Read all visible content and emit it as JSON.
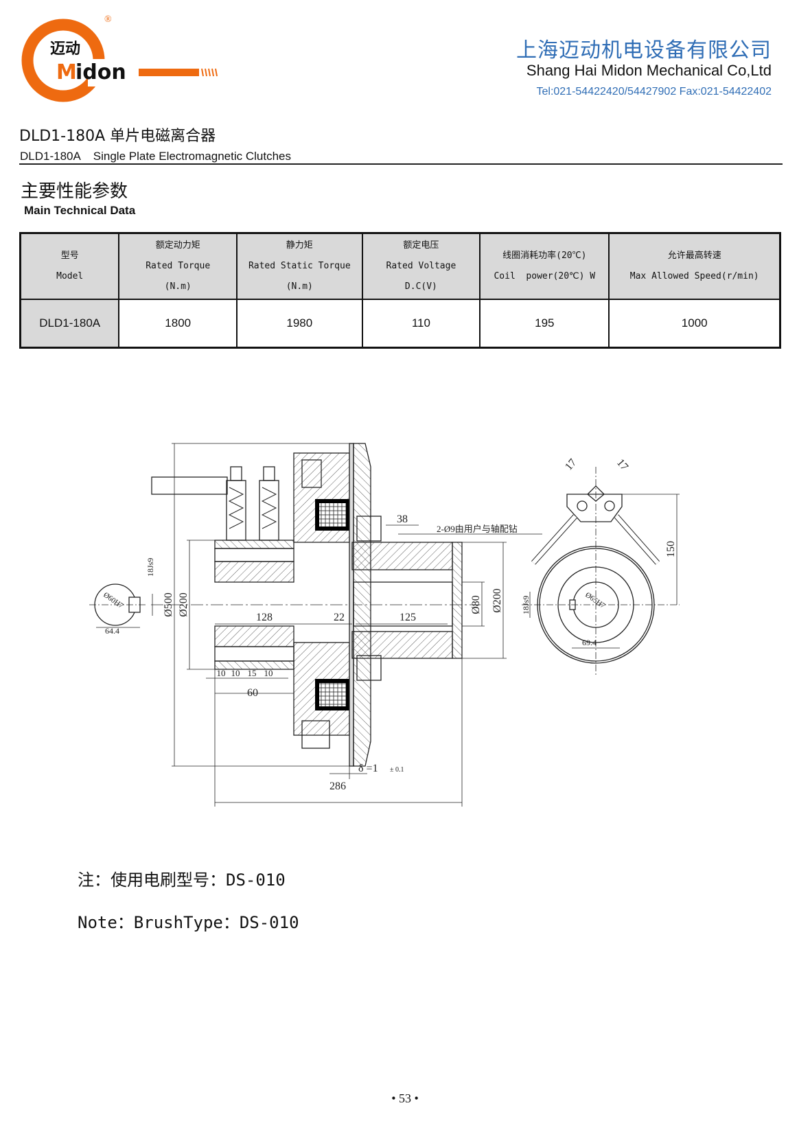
{
  "header": {
    "logo_text_cn": "迈动",
    "logo_text_en": "Midon",
    "logo_registered": "®",
    "company_cn": "上海迈动机电设备有限公司",
    "company_en": "Shang Hai Midon Mechanical Co,Ltd",
    "contact": "Tel:021-54422420/54427902 Fax:021-54422402",
    "colors": {
      "brand_orange": "#ee6a10",
      "brand_blue": "#2f6db5"
    }
  },
  "title": {
    "cn": "DLD1-180A 单片电磁离合器",
    "en": "DLD1-180A    Single Plate Electromagnetic Clutches"
  },
  "section": {
    "cn": "主要性能参数",
    "en": "Main Technical Data"
  },
  "table": {
    "headers": [
      [
        "型号",
        "Model"
      ],
      [
        "额定动力矩",
        "Rated Torque",
        "(N.m)"
      ],
      [
        "静力矩",
        "Rated Static Torque",
        "(N.m)"
      ],
      [
        "额定电压",
        "Rated Voltage",
        "D.C(V)"
      ],
      [
        "线圈消耗功率(20℃)",
        "Coil  power(20℃) W"
      ],
      [
        "允许最高转速",
        "Max Allowed Speed(r/min)"
      ]
    ],
    "rows": [
      [
        "DLD1-180A",
        "1800",
        "1980",
        "110",
        "195",
        "1000"
      ]
    ]
  },
  "drawing": {
    "dims": {
      "d500": "Ø500",
      "d200_left": "Ø200",
      "d200_right": "Ø200",
      "d80": "Ø80",
      "l128": "128",
      "l22": "22",
      "l125": "125",
      "l38": "38",
      "l60": "60",
      "l286": "286",
      "s10a": "10",
      "s10b": "10",
      "s15": "15",
      "s10c": "10",
      "key_left": "18Js9",
      "bore_left": "Ø60H7",
      "keyway_left": "64.4",
      "key_right": "18Js9",
      "bore_right": "Ø65H7",
      "keyway_right": "69.4",
      "b17a": "17",
      "b17b": "17",
      "h150": "150",
      "gap": "δ =1",
      "gap_tol": "± 0.1",
      "holes_note": "2-Ø9由用户与轴配钻"
    }
  },
  "notes": {
    "cn": "注：使用电刷型号：DS-010",
    "en": "Note：BrushType：DS-010"
  },
  "page_number": "• 53 •"
}
